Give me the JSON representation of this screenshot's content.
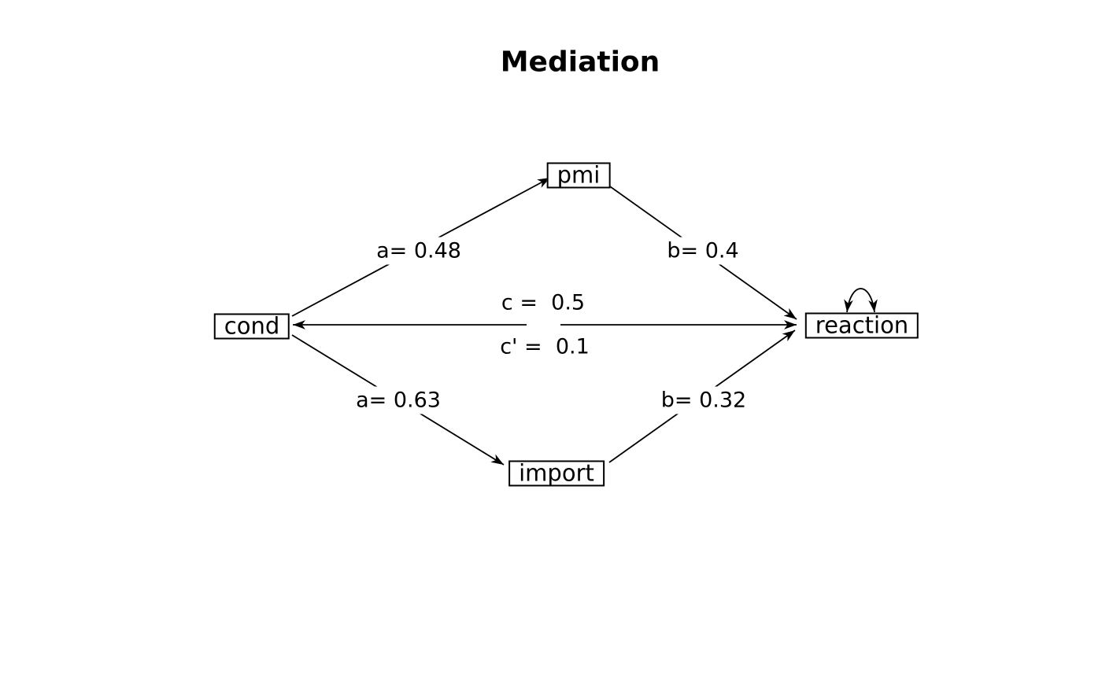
{
  "title": "Mediation",
  "nodes": {
    "cond": {
      "label": "cond"
    },
    "pmi": {
      "label": "pmi"
    },
    "import": {
      "label": "import"
    },
    "reaction": {
      "label": "reaction"
    }
  },
  "edges": {
    "cond_pmi": {
      "from": "cond",
      "to": "pmi",
      "label": "a= 0.48"
    },
    "pmi_reaction": {
      "from": "pmi",
      "to": "reaction",
      "label": "b= 0.4"
    },
    "cond_import": {
      "from": "cond",
      "to": "import",
      "label": "a= 0.63"
    },
    "import_reaction": {
      "from": "import",
      "to": "reaction",
      "label": "b= 0.32"
    },
    "cond_reaction_total": {
      "from": "cond",
      "to": "reaction",
      "label": "c =  0.5"
    },
    "cond_reaction_direct": {
      "from": "cond",
      "to": "reaction",
      "label": "c' =  0.1"
    },
    "reaction_self": {
      "from": "reaction",
      "to": "reaction",
      "label": ""
    }
  },
  "colors": {
    "line": "#000000",
    "background": "#ffffff",
    "text": "#000000"
  }
}
